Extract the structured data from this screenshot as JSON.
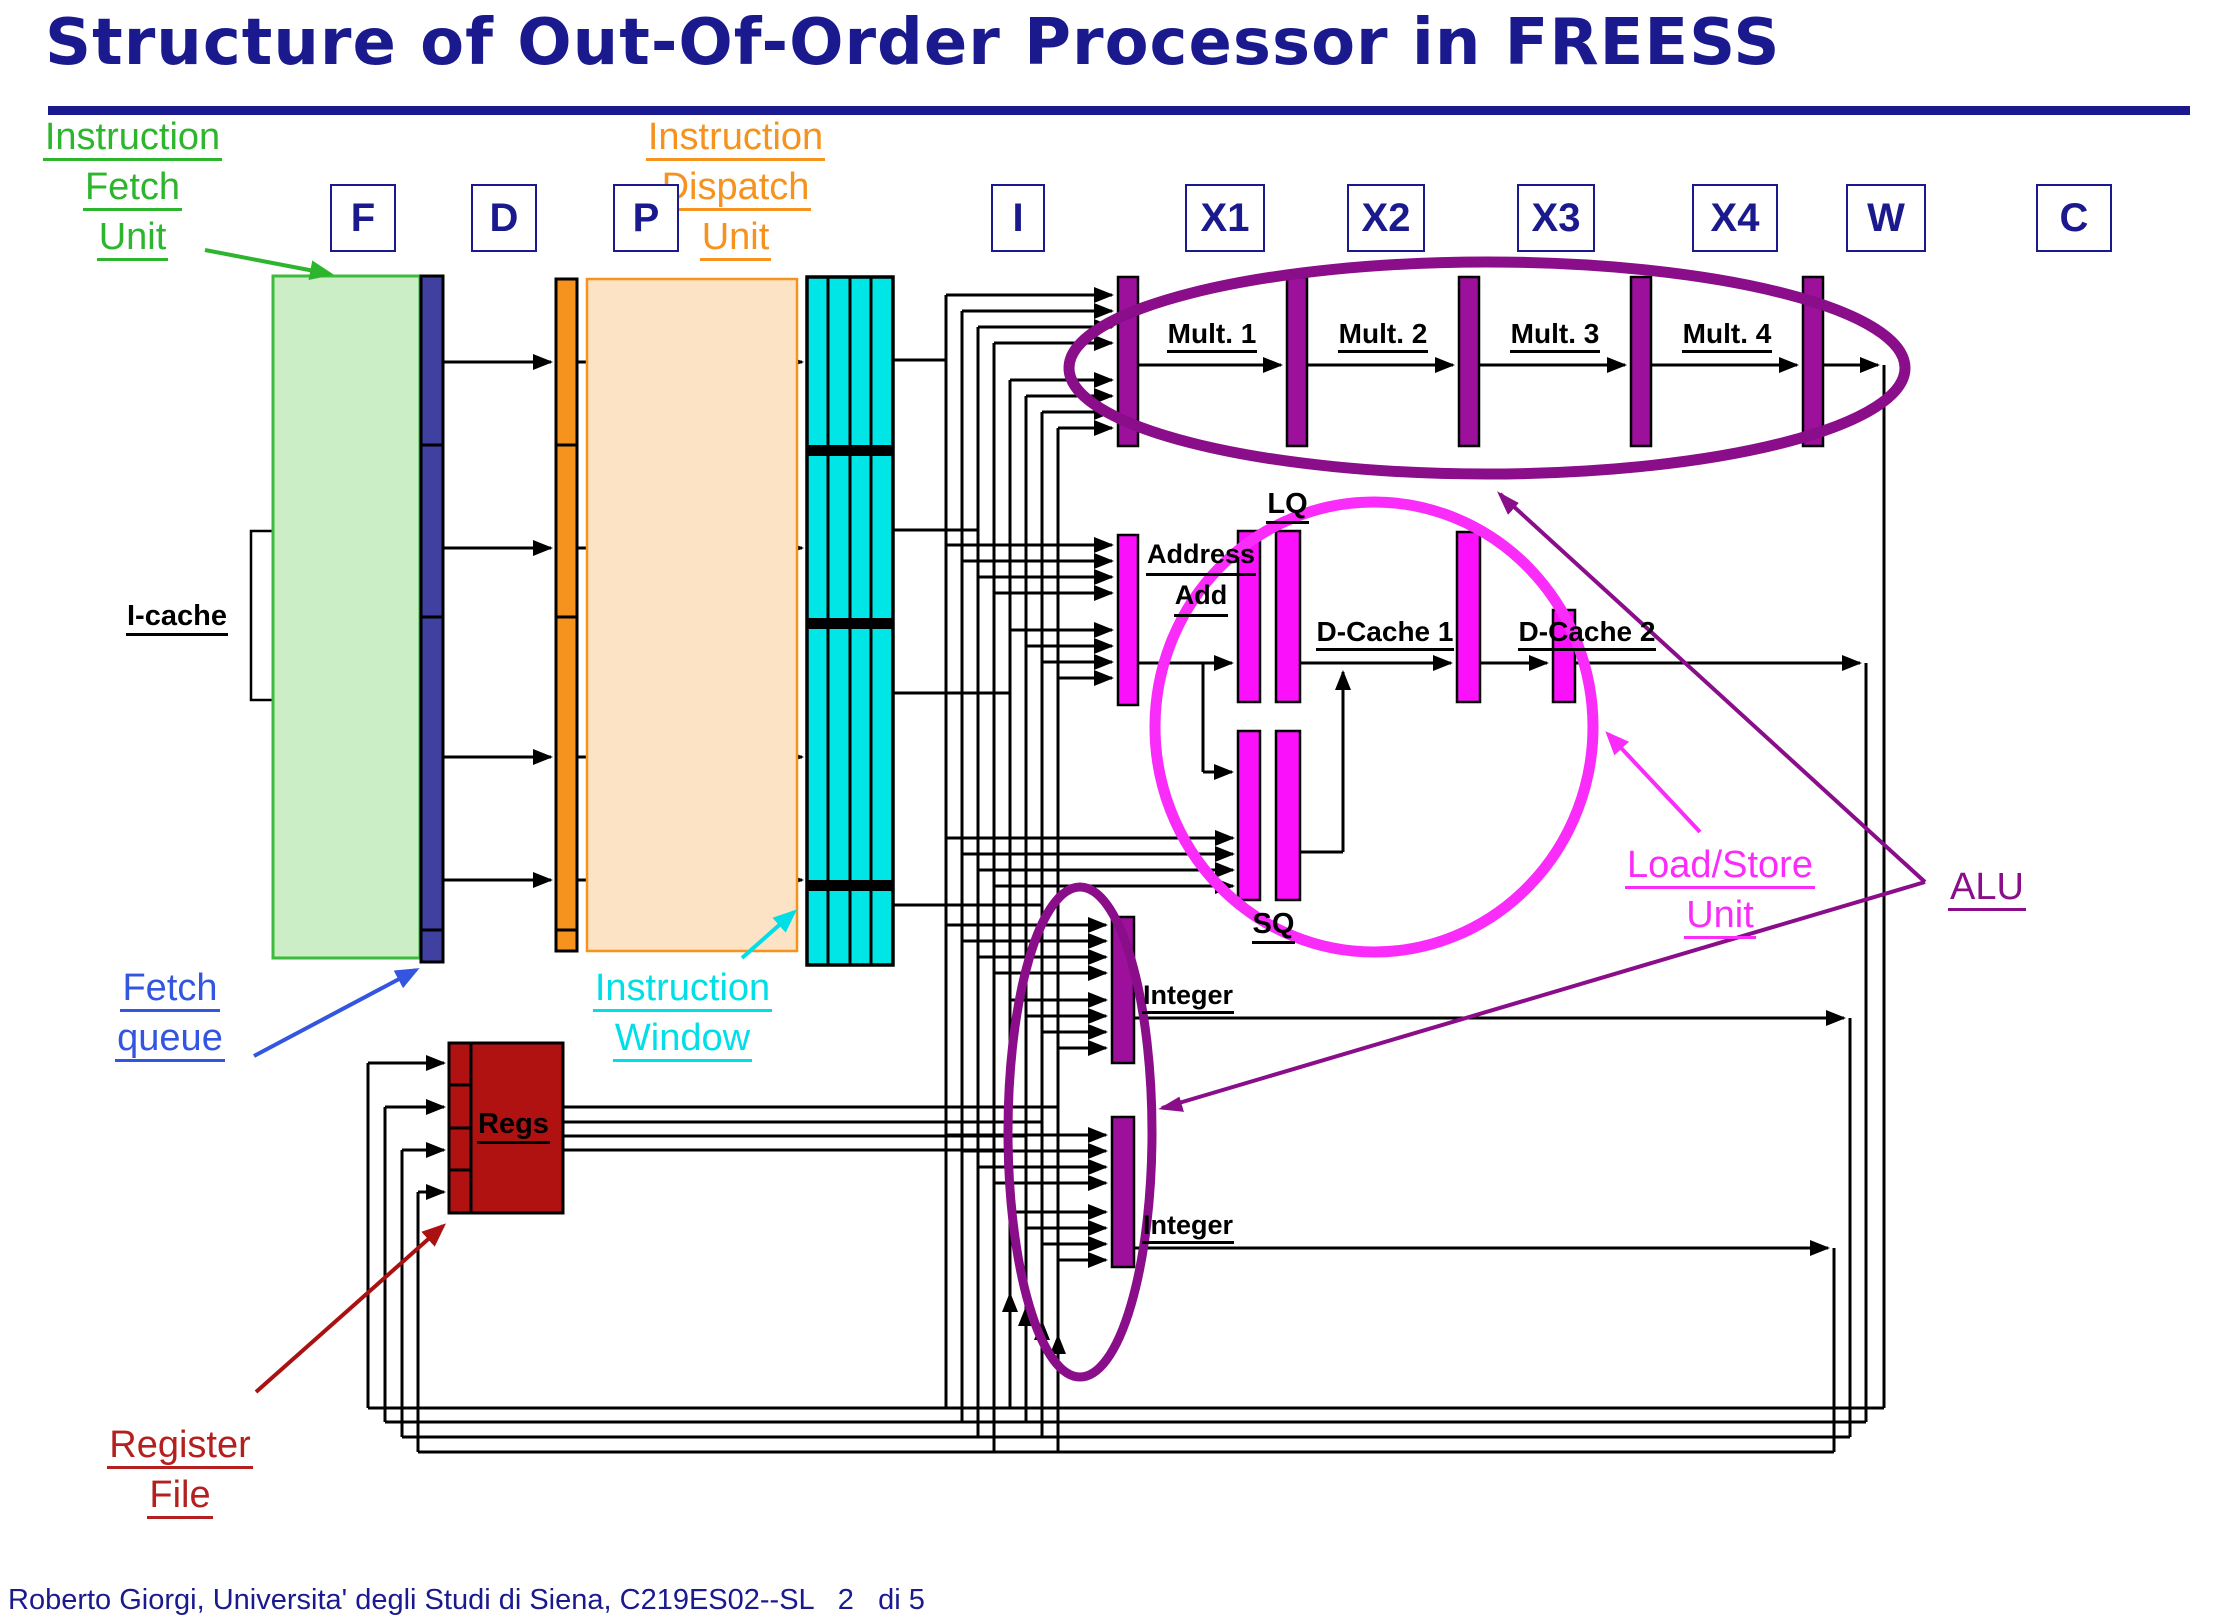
{
  "slide": {
    "title": "Structure of Out-Of-Order Processor in FREESS",
    "footer": "Roberto Giorgi, Universita' degli Studi di Siena, C219ES02--SL   2   di 5"
  },
  "pipeline_stages": [
    "F",
    "D",
    "P",
    "I",
    "X1",
    "X2",
    "X3",
    "X4",
    "W",
    "C"
  ],
  "annotations": {
    "instruction_fetch_unit": {
      "lines": [
        "Instruction",
        "Fetch",
        "Unit"
      ],
      "color": "#2DB52D"
    },
    "instruction_dispatch_unit": {
      "lines": [
        "Instruction",
        "Dispatch",
        "Unit"
      ],
      "color": "#F6921E"
    },
    "fetch_queue": {
      "lines": [
        "Fetch",
        "queue"
      ],
      "color": "#3355E0"
    },
    "instruction_window": {
      "lines": [
        "Instruction",
        "Window"
      ],
      "color": "#00DFE8"
    },
    "register_file": {
      "lines": [
        "Register",
        "File"
      ],
      "color": "#B42020"
    },
    "load_store_unit": {
      "lines": [
        "Load/Store",
        "Unit"
      ],
      "color": "#FA2CFA"
    },
    "alu": {
      "label": "ALU",
      "color": "#8A0D8A"
    }
  },
  "blocks": {
    "icache_label": "I-cache",
    "regs_label": "Regs",
    "mult_stage_labels": [
      "Mult. 1",
      "Mult. 2",
      "Mult. 3",
      "Mult. 4"
    ],
    "load_queue_label": "LQ",
    "store_queue_label": "SQ",
    "address_add_lines": [
      "Address",
      "Add"
    ],
    "dcache1_label": "D-Cache 1",
    "dcache2_label": "D-Cache 2",
    "integer_unit1_label": "Integer",
    "integer_unit2_label": "Integer"
  },
  "colors": {
    "title_navy": "#1A1A8E",
    "fetch_green_box": "#CBEEC6",
    "fetch_green_border": "#3CBB3C",
    "fetch_queue_bar": "#4040A0",
    "dispatch_orange": "#F6921E",
    "dispatch_peach": "#FCE3C5",
    "window_cyan": "#00E6E6",
    "latch_purple": "#9C109C",
    "alu_purple": "#8A0D8A",
    "lsu_magenta": "#FB10FB",
    "lsu_circle": "#FA2CFA",
    "register_file_red": "#B01212",
    "wire_black": "#000000"
  }
}
